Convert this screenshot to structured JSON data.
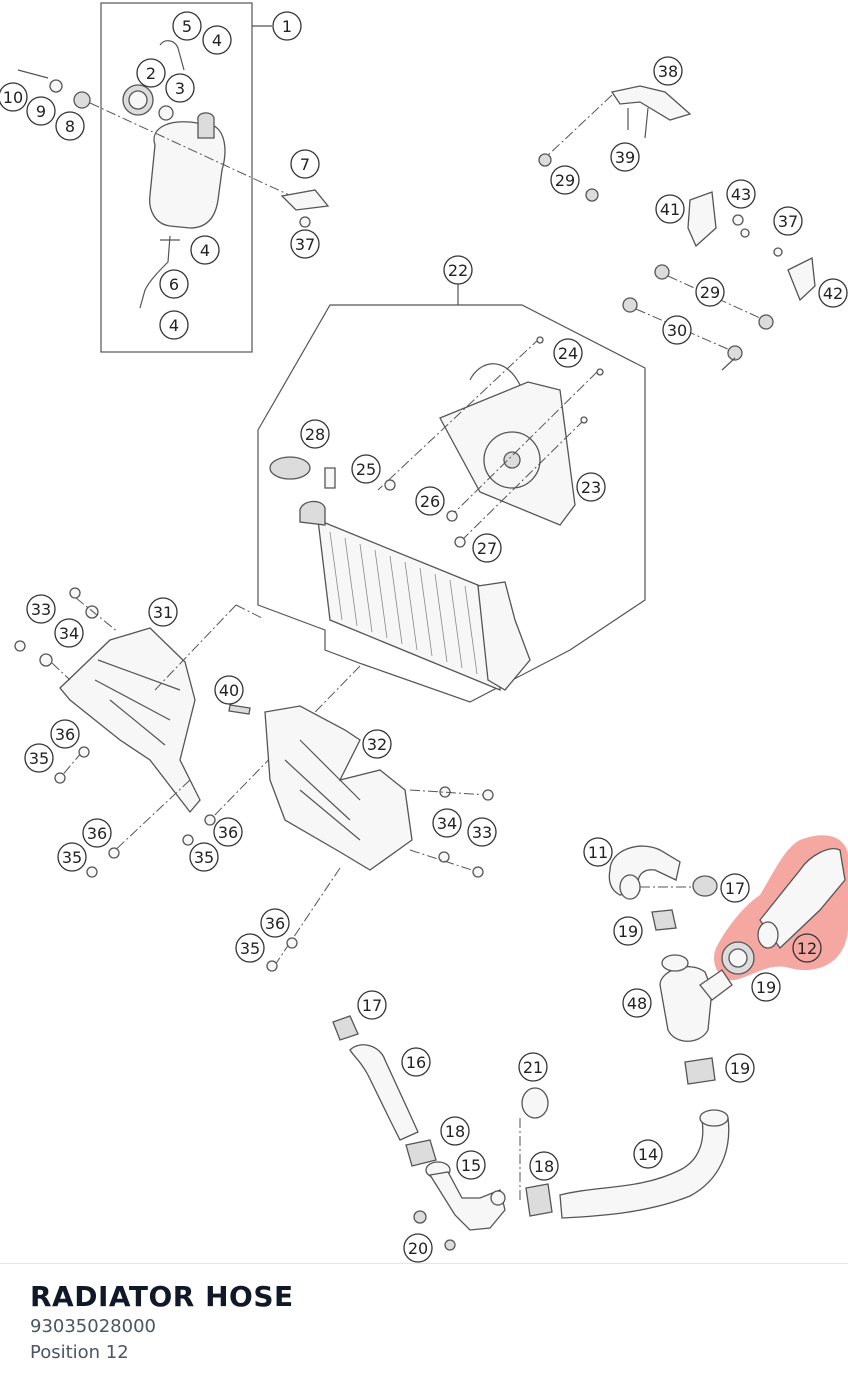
{
  "diagram": {
    "highlight_color": "#f28b82",
    "callouts": [
      {
        "id": "c1",
        "label": "1"
      },
      {
        "id": "c5",
        "label": "5"
      },
      {
        "id": "c4a",
        "label": "4"
      },
      {
        "id": "c2",
        "label": "2"
      },
      {
        "id": "c3",
        "label": "3"
      },
      {
        "id": "c10",
        "label": "10"
      },
      {
        "id": "c9",
        "label": "9"
      },
      {
        "id": "c8",
        "label": "8"
      },
      {
        "id": "c7",
        "label": "7"
      },
      {
        "id": "c37a",
        "label": "37"
      },
      {
        "id": "c4b",
        "label": "4"
      },
      {
        "id": "c6",
        "label": "6"
      },
      {
        "id": "c4c",
        "label": "4"
      },
      {
        "id": "c38",
        "label": "38"
      },
      {
        "id": "c39",
        "label": "39"
      },
      {
        "id": "c29a",
        "label": "29"
      },
      {
        "id": "c41",
        "label": "41"
      },
      {
        "id": "c43",
        "label": "43"
      },
      {
        "id": "c37b",
        "label": "37"
      },
      {
        "id": "c29b",
        "label": "29"
      },
      {
        "id": "c42",
        "label": "42"
      },
      {
        "id": "c30",
        "label": "30"
      },
      {
        "id": "c22",
        "label": "22"
      },
      {
        "id": "c24",
        "label": "24"
      },
      {
        "id": "c28",
        "label": "28"
      },
      {
        "id": "c25",
        "label": "25"
      },
      {
        "id": "c23",
        "label": "23"
      },
      {
        "id": "c26",
        "label": "26"
      },
      {
        "id": "c27",
        "label": "27"
      },
      {
        "id": "c33a",
        "label": "33"
      },
      {
        "id": "c34a",
        "label": "34"
      },
      {
        "id": "c31",
        "label": "31"
      },
      {
        "id": "c40",
        "label": "40"
      },
      {
        "id": "c36a",
        "label": "36"
      },
      {
        "id": "c35a",
        "label": "35"
      },
      {
        "id": "c32",
        "label": "32"
      },
      {
        "id": "c34b",
        "label": "34"
      },
      {
        "id": "c33b",
        "label": "33"
      },
      {
        "id": "c36b",
        "label": "36"
      },
      {
        "id": "c35b",
        "label": "35"
      },
      {
        "id": "c36c",
        "label": "36"
      },
      {
        "id": "c35c",
        "label": "35"
      },
      {
        "id": "c11",
        "label": "11"
      },
      {
        "id": "c17a",
        "label": "17"
      },
      {
        "id": "c19a",
        "label": "19"
      },
      {
        "id": "c12",
        "label": "12"
      },
      {
        "id": "c36d",
        "label": "36"
      },
      {
        "id": "c35d",
        "label": "35"
      },
      {
        "id": "c48",
        "label": "48"
      },
      {
        "id": "c19b",
        "label": "19"
      },
      {
        "id": "c17b",
        "label": "17"
      },
      {
        "id": "c16",
        "label": "16"
      },
      {
        "id": "c21",
        "label": "21"
      },
      {
        "id": "c19c",
        "label": "19"
      },
      {
        "id": "c18a",
        "label": "18"
      },
      {
        "id": "c15",
        "label": "15"
      },
      {
        "id": "c14",
        "label": "14"
      },
      {
        "id": "c18b",
        "label": "18"
      },
      {
        "id": "c20",
        "label": "20"
      }
    ]
  },
  "part": {
    "name": "RADIATOR HOSE",
    "number": "93035028000",
    "position": "Position 12"
  }
}
